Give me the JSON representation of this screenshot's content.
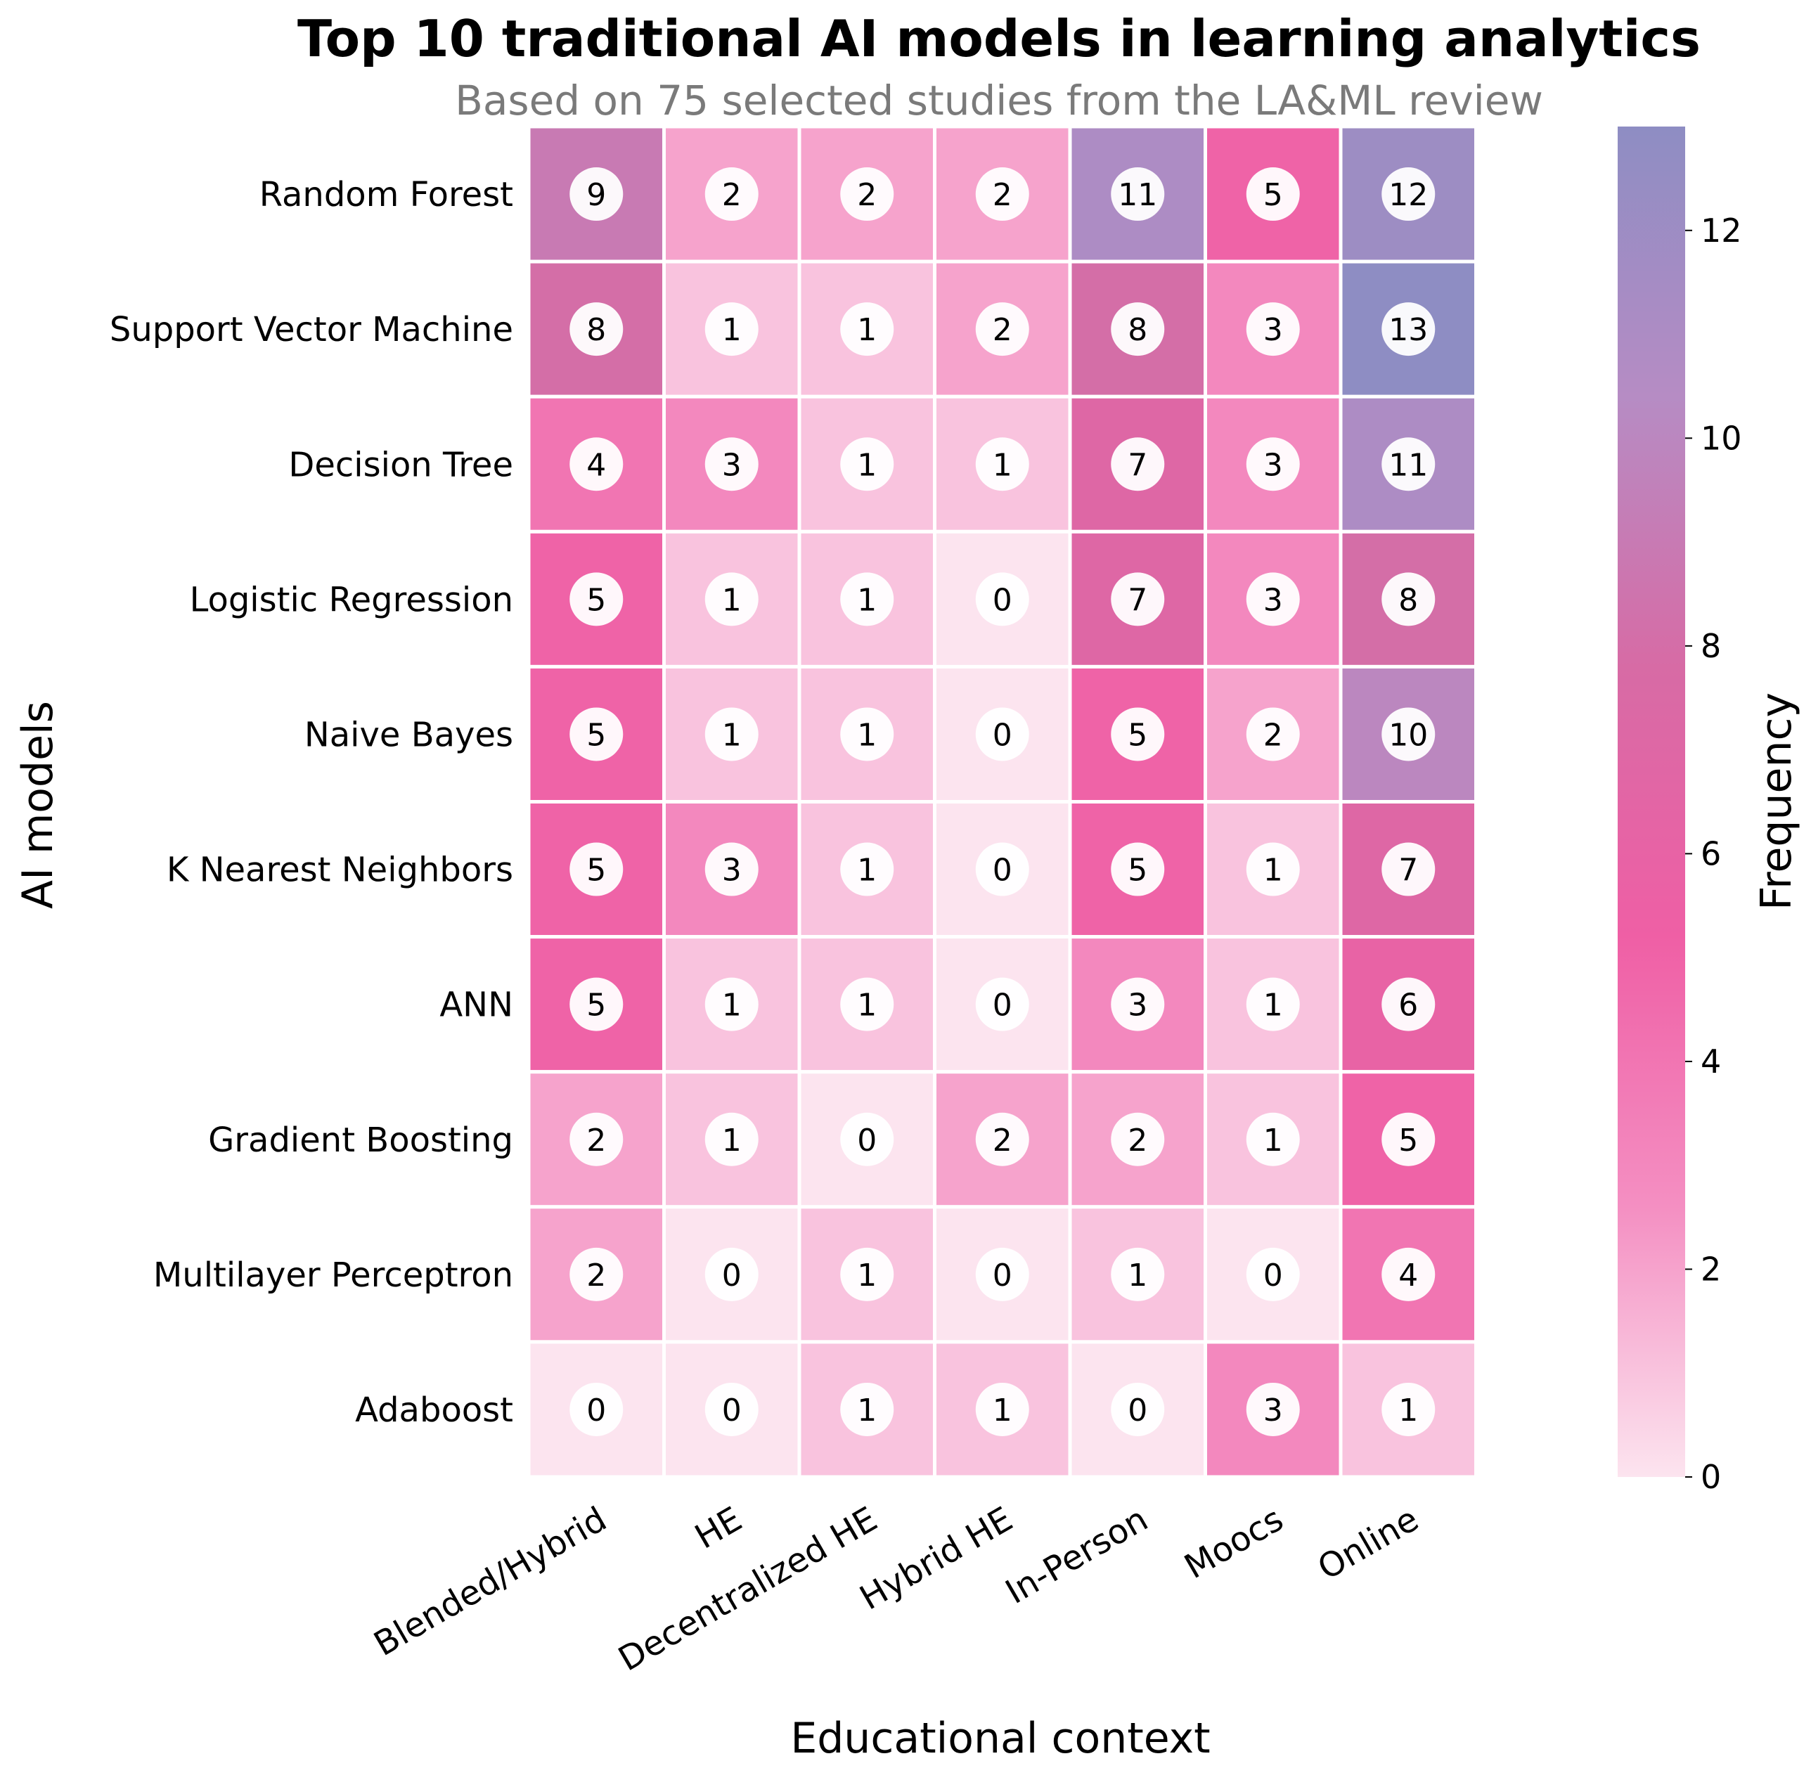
{
  "chart_data": {
    "type": "heatmap",
    "title": "Top 10 traditional AI models in learning analytics",
    "subtitle": "Based on 75 selected studies from the LA&ML review",
    "xlabel": "Educational context",
    "ylabel": "AI models",
    "colorbar_label": "Frequency",
    "colorbar_ticks": [
      0,
      2,
      4,
      6,
      8,
      10,
      12
    ],
    "value_range": [
      0,
      13
    ],
    "colormap": [
      "#fce4ef",
      "#f48fc2",
      "#ef5fa5",
      "#d76ba5",
      "#b68cc4",
      "#8e8dc3"
    ],
    "grid_line_color": "#ffffff",
    "columns": [
      "Blended/Hybrid",
      "HE",
      "Decentralized HE",
      "Hybrid HE",
      "In-Person",
      "Moocs",
      "Online"
    ],
    "rows": [
      "Random Forest",
      "Support Vector Machine",
      "Decision Tree",
      "Logistic Regression",
      "Naive Bayes",
      "K Nearest Neighbors",
      "ANN",
      "Gradient Boosting",
      "Multilayer Perceptron",
      "Adaboost"
    ],
    "values": [
      [
        9,
        2,
        2,
        2,
        11,
        5,
        12
      ],
      [
        8,
        1,
        1,
        2,
        8,
        3,
        13
      ],
      [
        4,
        3,
        1,
        1,
        7,
        3,
        11
      ],
      [
        5,
        1,
        1,
        0,
        7,
        3,
        8
      ],
      [
        5,
        1,
        1,
        0,
        5,
        2,
        10
      ],
      [
        5,
        3,
        1,
        0,
        5,
        1,
        7
      ],
      [
        5,
        1,
        1,
        0,
        3,
        1,
        6
      ],
      [
        2,
        1,
        0,
        2,
        2,
        1,
        5
      ],
      [
        2,
        0,
        1,
        0,
        1,
        0,
        4
      ],
      [
        0,
        0,
        1,
        1,
        0,
        3,
        1
      ]
    ]
  }
}
